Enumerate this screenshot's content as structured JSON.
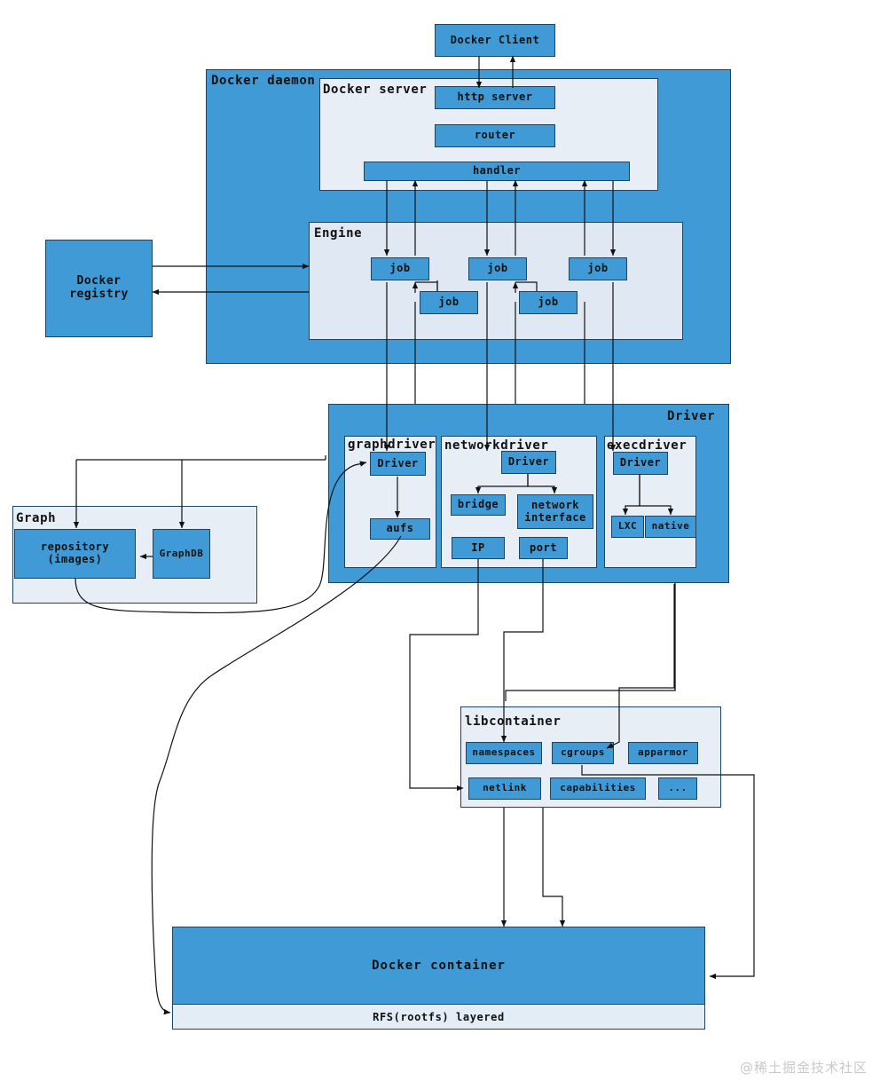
{
  "diagram": {
    "title": "Docker Architecture",
    "colors": {
      "blue_fill": "#3F9AD6",
      "pale_panel": "#e8eef5",
      "pale_panel_alt": "#dfe8f3",
      "stroke": "#20445e",
      "wire": "#1a1a1a",
      "watermark": "#c9c9c9"
    }
  },
  "client": {
    "label": "Docker Client"
  },
  "daemon": {
    "label": "Docker daemon",
    "server": {
      "label": "Docker server",
      "http_server": "http server",
      "router": "router",
      "handler": "handler"
    },
    "engine": {
      "label": "Engine",
      "jobs": [
        {
          "label": "job"
        },
        {
          "label": "job"
        },
        {
          "label": "job"
        },
        {
          "label": "job"
        },
        {
          "label": "job"
        }
      ]
    }
  },
  "registry": {
    "label": "Docker\nregistry"
  },
  "driver": {
    "label": "Driver",
    "graphdriver": {
      "label": "graphdriver",
      "driver": "Driver",
      "aufs": "aufs"
    },
    "networkdriver": {
      "label": "networkdriver",
      "driver": "Driver",
      "bridge": "bridge",
      "network_interface": "network\ninterface",
      "ip": "IP",
      "port": "port"
    },
    "execdriver": {
      "label": "execdriver",
      "driver": "Driver",
      "lxc": "LXC",
      "native": "native"
    }
  },
  "graph": {
    "label": "Graph",
    "repository": "repository\n(images)",
    "graphdb": "GraphDB"
  },
  "libcontainer": {
    "label": "libcontainer",
    "namespaces": "namespaces",
    "cgroups": "cgroups",
    "apparmor": "apparmor",
    "netlink": "netlink",
    "capabilities": "capabilities",
    "more": "..."
  },
  "container": {
    "label": "Docker container",
    "rfs": "RFS(rootfs) layered"
  },
  "watermark": {
    "text": "@稀土掘金技术社区"
  }
}
